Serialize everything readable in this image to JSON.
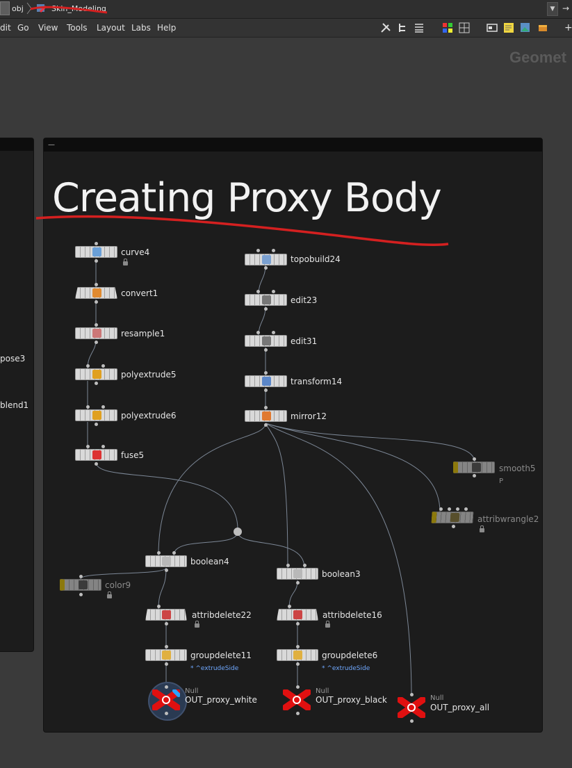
{
  "breadcrumb": {
    "root": "obj",
    "current": "Skin_Modeling"
  },
  "menu": [
    "dit",
    "Go",
    "View",
    "Tools",
    "Layout",
    "Labs",
    "Help"
  ],
  "pane_title": "Geomet",
  "left_panel_labels": [
    "pose3",
    "blend1"
  ],
  "network_box": {
    "title": "Creating Proxy Body",
    "collapse": "—"
  },
  "nodes": {
    "curve4": "curve4",
    "convert1": "convert1",
    "resample1": "resample1",
    "polyextrude5": "polyextrude5",
    "polyextrude6": "polyextrude6",
    "fuse5": "fuse5",
    "topobuild24": "topobuild24",
    "edit23": "edit23",
    "edit31": "edit31",
    "transform14": "transform14",
    "mirror12": "mirror12",
    "smooth5": "smooth5",
    "smooth5_sub": "P",
    "attribwrangle2": "attribwrangle2",
    "boolean4": "boolean4",
    "boolean3": "boolean3",
    "color9": "color9",
    "attribdelete22": "attribdelete22",
    "attribdelete16": "attribdelete16",
    "groupdelete11": "groupdelete11",
    "groupdelete11_sub": "* ^extrudeSide",
    "groupdelete6": "groupdelete6",
    "groupdelete6_sub": "* ^extrudeSide",
    "null_type": "Null",
    "out_white": "OUT_proxy_white",
    "out_black": "OUT_proxy_black",
    "out_all": "OUT_proxy_all"
  },
  "colors": {
    "annotation": "#d42020",
    "null_node": "#e01010",
    "flag": "#e8c500",
    "wire": "#7c8796"
  }
}
